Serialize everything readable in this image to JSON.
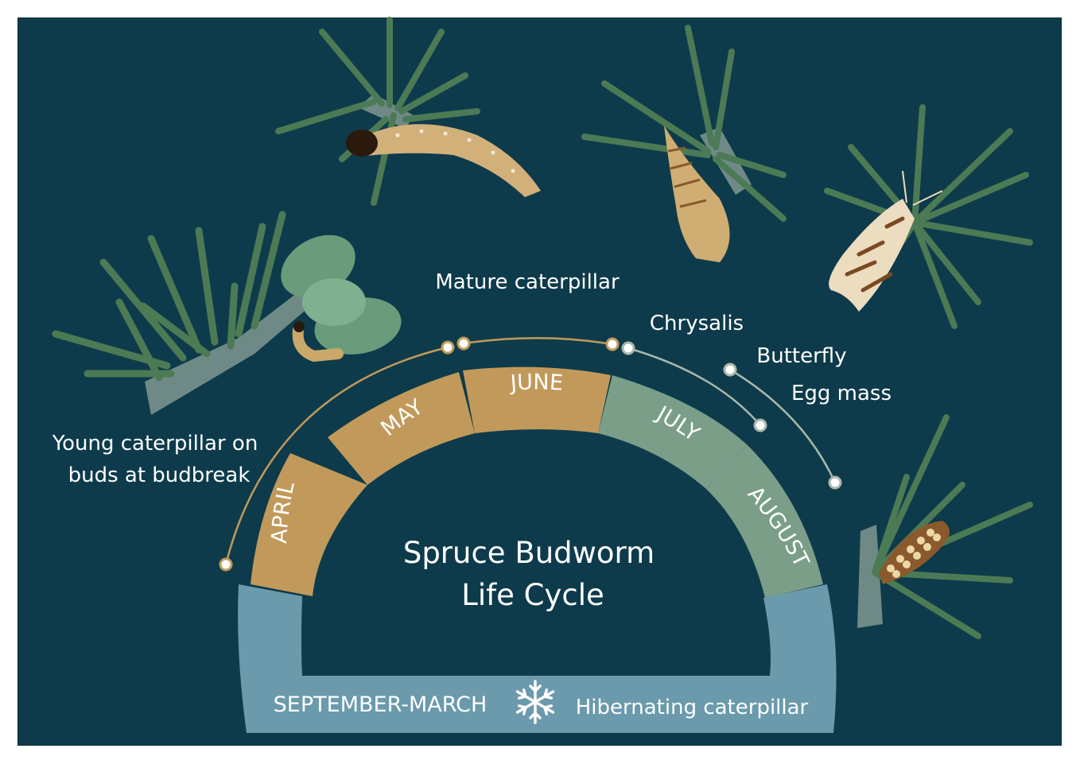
{
  "title": {
    "line1": "Spruce Budworm",
    "line2": "Life Cycle"
  },
  "months": {
    "april": "APRIL",
    "may": "MAY",
    "june": "JUNE",
    "july": "JULY",
    "august": "AUGUST",
    "winter": "SEPTEMBER-MARCH"
  },
  "stages": {
    "young": {
      "line1": "Young caterpillar on",
      "line2": "buds at budbreak"
    },
    "mature": "Mature caterpillar",
    "chrysalis": "Chrysalis",
    "butterfly": "Butterfly",
    "egg_mass": "Egg mass",
    "hibernating": "Hibernating caterpillar"
  },
  "icons": {
    "winter": "snowflake-icon"
  },
  "colors": {
    "background": "#0e3b4b",
    "tan_segment": "#c19a5b",
    "green_segment": "#7a9e87",
    "blue_band": "#6a9aac",
    "needle": "#4b7a55"
  }
}
